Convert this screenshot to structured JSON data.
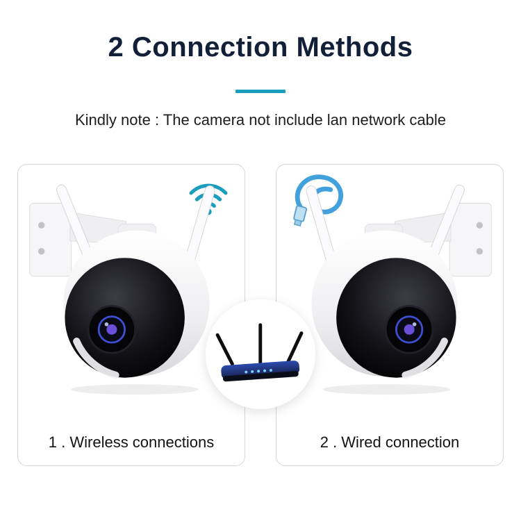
{
  "title": "2 Connection Methods",
  "note": "Kindly note : The camera not include lan network cable",
  "panels": [
    {
      "label": "1 . Wireless connections",
      "icon": "wifi-icon",
      "image": "ptz-camera-photo"
    },
    {
      "label": "2 . Wired connection",
      "icon": "lan-cable-icon",
      "image": "ptz-camera-photo-mirrored"
    }
  ],
  "center_icon": "wifi-router-icon",
  "colors": {
    "title_text": "#121f38",
    "accent_divider": "#1b9dbe",
    "body_text": "#1d1d1d",
    "panel_border": "#d6d6d6",
    "wifi_teal": "#1b9dbe",
    "cable_blue": "#42a0dc",
    "router_blue": "#2c4bb0"
  }
}
